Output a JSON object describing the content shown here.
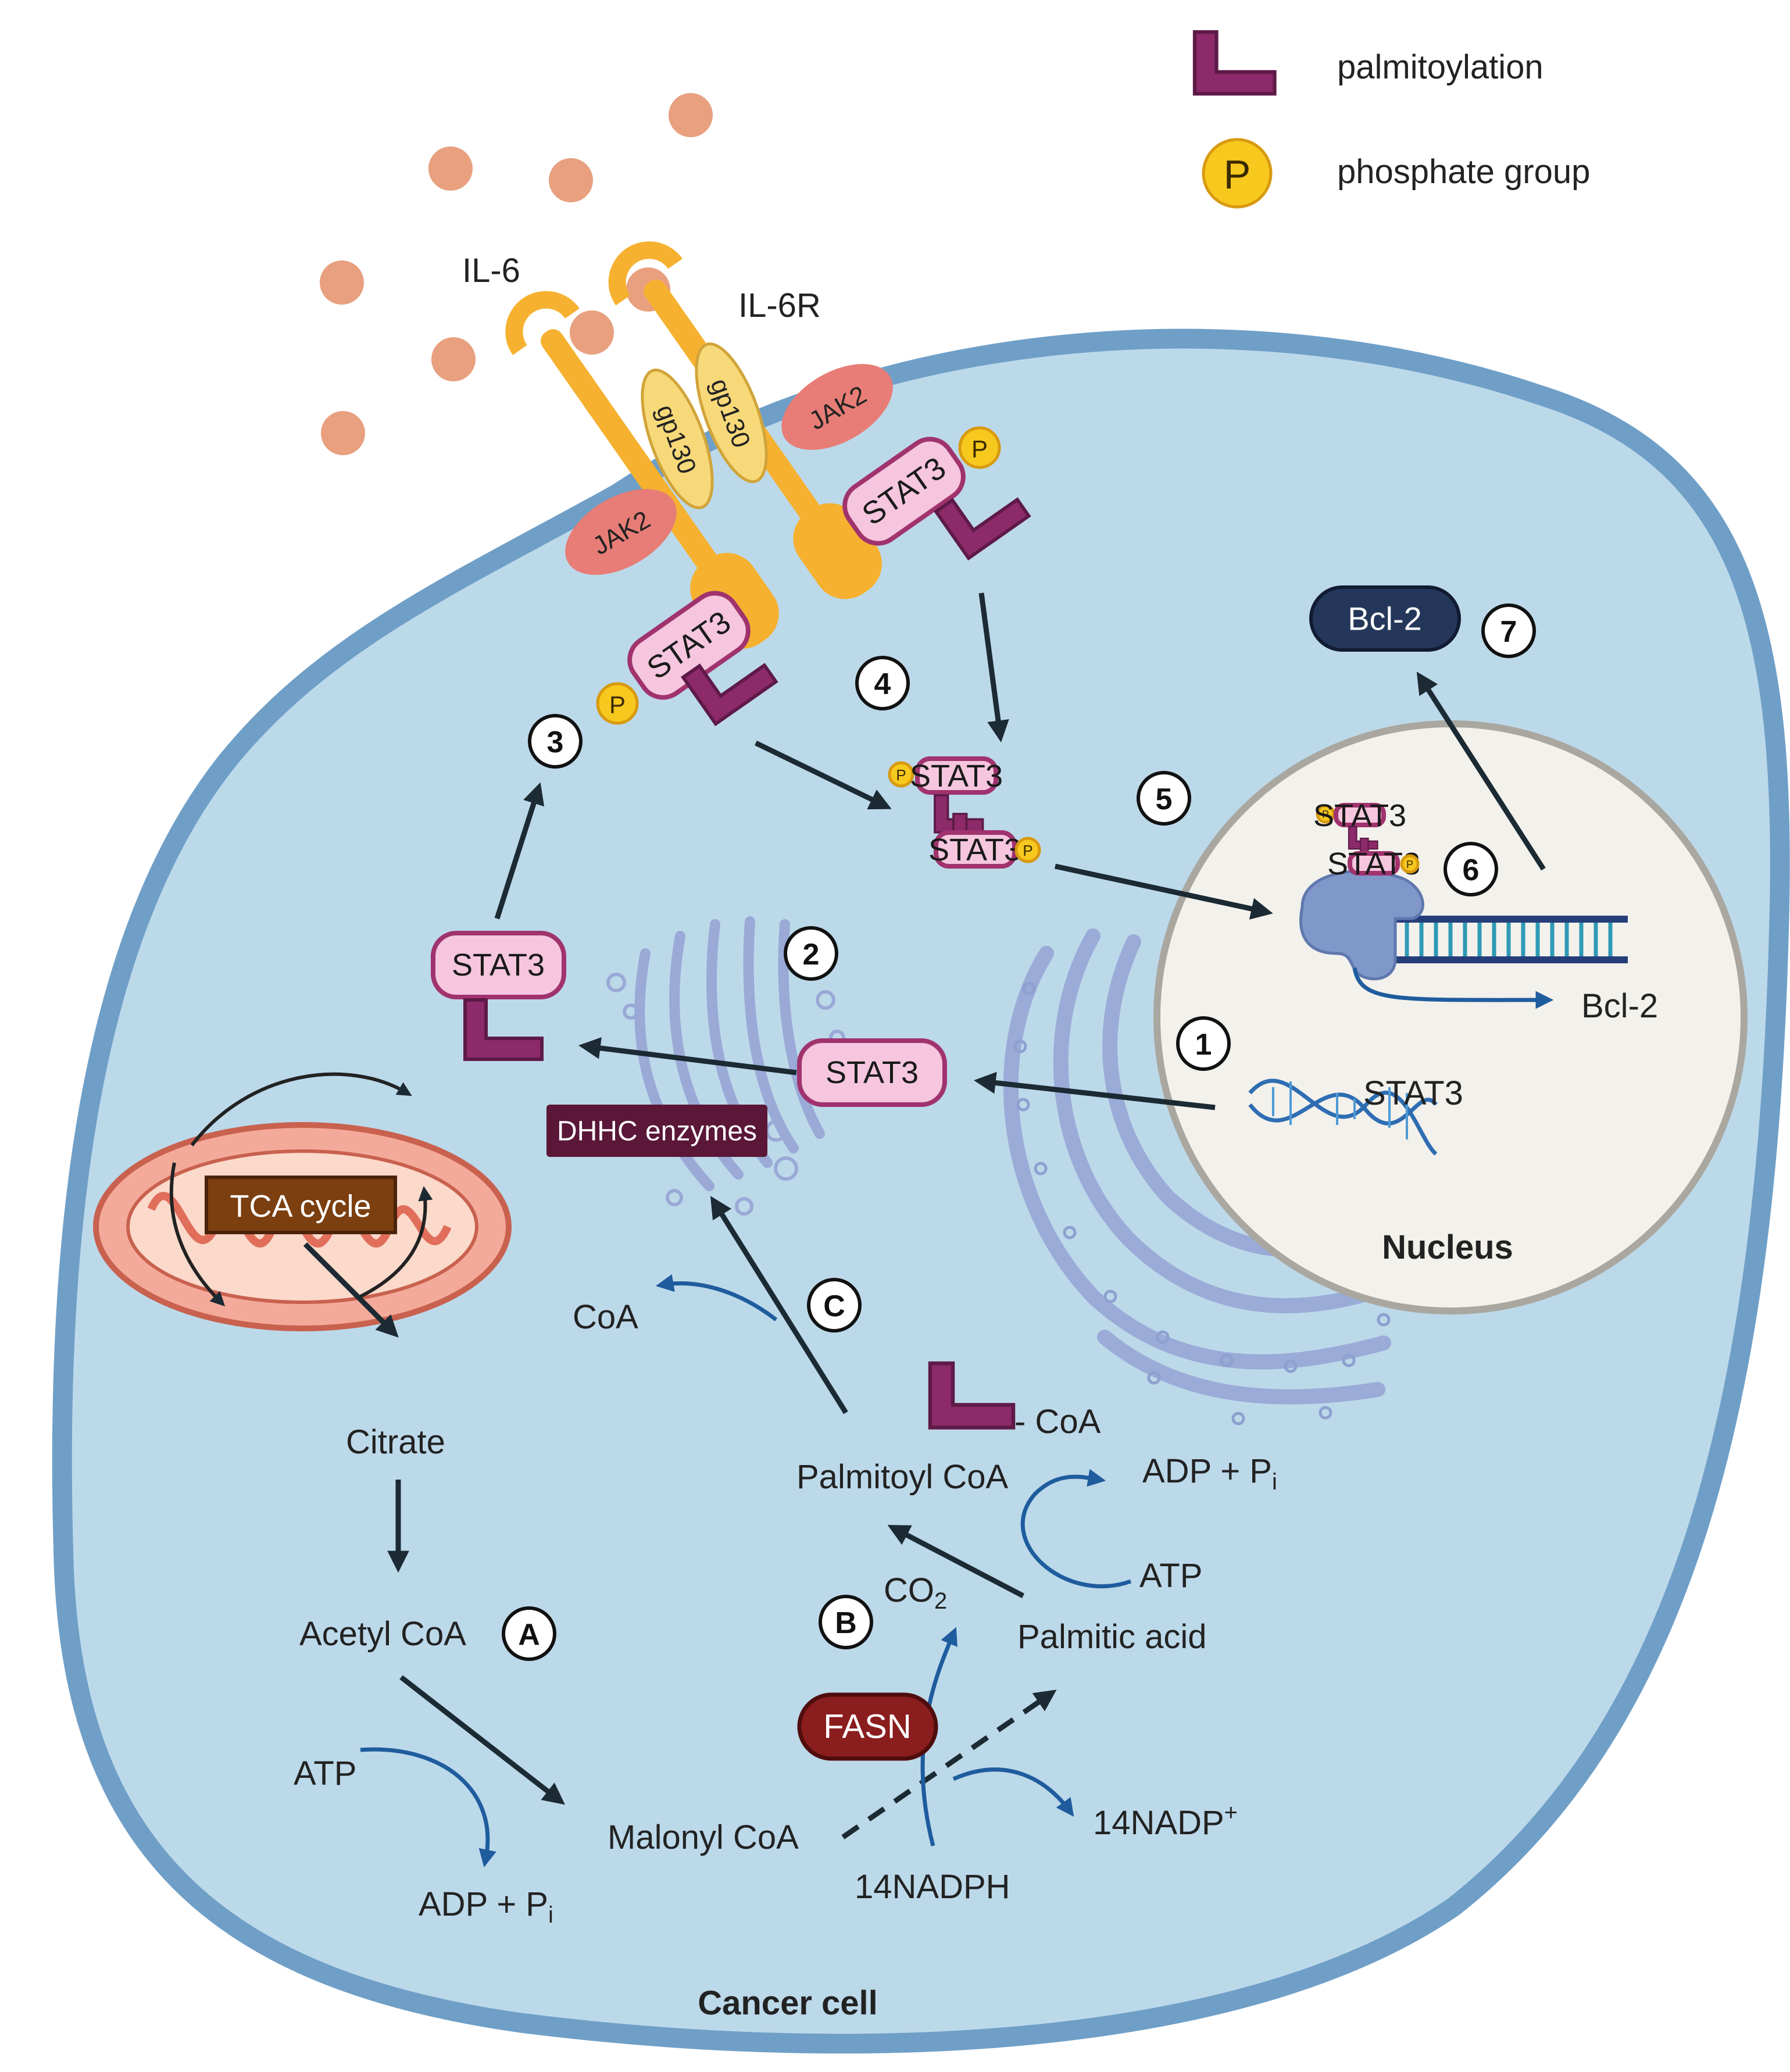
{
  "legend": {
    "palmitoylation": "palmitoylation",
    "phosphate_group": "phosphate group",
    "p_symbol": "P"
  },
  "colors": {
    "cell_fill": "#bcd9ea",
    "cell_border": "#6f9fc7",
    "nucleus_fill": "#f3f1ec",
    "palmitoyl_purple": "#8c2a6a",
    "phosphate_yellow": "#f7c81e",
    "receptor_orange": "#f6b130",
    "ligand": "#e8a07f",
    "jak2": "#e77d76",
    "bcl2_box": "#24375b",
    "dhhc_box": "#5a1737",
    "tca_box": "#7b3f10",
    "fasn_box": "#8a1d1d",
    "arrow_dark": "#1b2a33",
    "arrow_blue": "#1f5c9e"
  },
  "labels": {
    "il6": "IL-6",
    "il6r": "IL-6R",
    "gp130": "gp130",
    "jak2": "JAK2",
    "stat3": "STAT3",
    "bcl2": "Bcl-2",
    "bcl2_gene": "Bcl-2",
    "stat3_gene": "STAT3",
    "nucleus": "Nucleus",
    "dhhc": "DHHC enzymes",
    "tca": "TCA cycle",
    "citrate": "Citrate",
    "acetyl_coa": "Acetyl CoA",
    "malonyl_coa": "Malonyl CoA",
    "atp_left": "ATP",
    "adp_pi_left_main": "ADP + P",
    "adp_pi_left_sub": "i",
    "fasn": "FASN",
    "co2_main": "CO",
    "co2_sub": "2",
    "nadph": "14NADPH",
    "nadp_main": "14NADP",
    "nadp_sup": "+",
    "palmitic_acid": "Palmitic acid",
    "atp_right": "ATP",
    "adp_pi_right_main": "ADP + P",
    "adp_pi_right_sub": "i",
    "palmitoyl_coa": "Palmitoyl CoA",
    "coa_suffix": "- CoA",
    "coa": "CoA",
    "cancer_cell": "Cancer cell"
  },
  "steps": {
    "s1": "1",
    "s2": "2",
    "s3": "3",
    "s4": "4",
    "s5": "5",
    "s6": "6",
    "s7": "7",
    "sA": "A",
    "sB": "B",
    "sC": "C"
  }
}
